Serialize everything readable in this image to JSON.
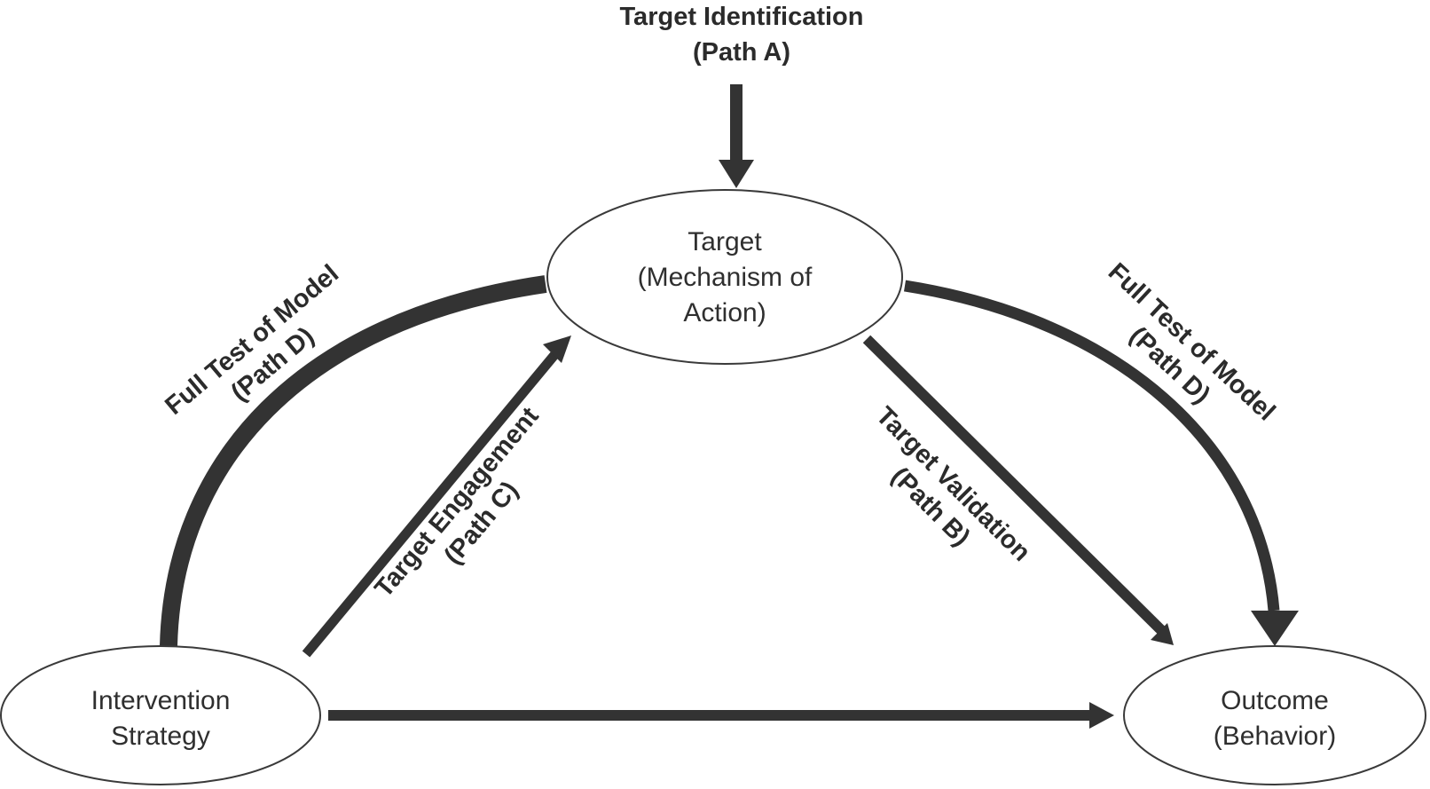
{
  "nodes": {
    "target": {
      "line1": "Target",
      "line2": "(Mechanism of",
      "line3": "Action)"
    },
    "intervention": {
      "line1": "Intervention",
      "line2": "Strategy"
    },
    "outcome": {
      "line1": "Outcome",
      "line2": "(Behavior)"
    }
  },
  "paths": {
    "identification": {
      "line1": "Target Identification",
      "line2": "(Path A)"
    },
    "full_test_left": {
      "line1": "Full Test of Model",
      "line2": "(Path D)"
    },
    "full_test_right": {
      "line1": "Full Test of Model",
      "line2": "(Path D)"
    },
    "engagement": {
      "line1": "Target Engagement",
      "line2": "(Path C)"
    },
    "validation": {
      "line1": "Target Validation",
      "line2": "(Path B)"
    }
  }
}
